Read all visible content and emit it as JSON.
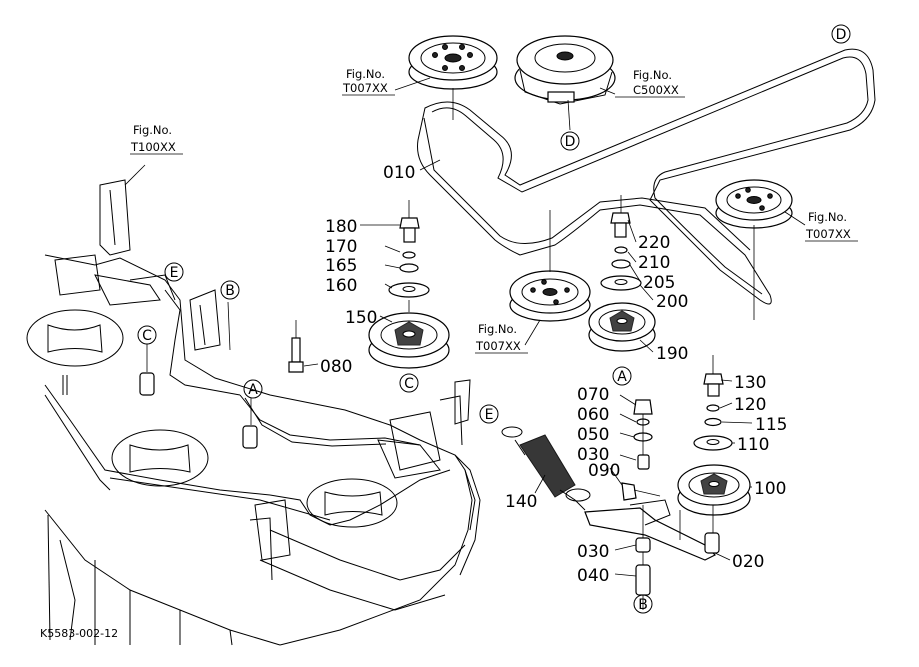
{
  "parts": {
    "p010": "010",
    "p020": "020",
    "p030a": "030",
    "p030b": "030",
    "p040": "040",
    "p050": "050",
    "p060": "060",
    "p070": "070",
    "p080": "080",
    "p090": "090",
    "p100": "100",
    "p110": "110",
    "p115": "115",
    "p120": "120",
    "p130": "130",
    "p140": "140",
    "p150": "150",
    "p160": "160",
    "p165": "165",
    "p170": "170",
    "p180": "180",
    "p190": "190",
    "p200": "200",
    "p205": "205",
    "p210": "210",
    "p220": "220"
  },
  "figrefs": {
    "top_left": {
      "line1": "Fig.No.",
      "line2": "T007XX"
    },
    "top_mid": {
      "line1": "Fig.No.",
      "line2": "C500XX"
    },
    "right": {
      "line1": "Fig.No.",
      "line2": "T007XX"
    },
    "center": {
      "line1": "Fig.No.",
      "line2": "T007XX"
    },
    "left": {
      "line1": "Fig.No.",
      "line2": "T100XX"
    }
  },
  "markers": {
    "A": "A",
    "B": "B",
    "C": "C",
    "D": "D",
    "E": "E"
  },
  "footer": {
    "code": "K5583-002-12"
  }
}
